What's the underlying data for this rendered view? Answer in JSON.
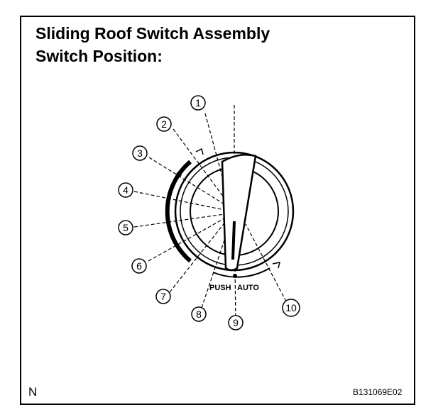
{
  "title_line1": "Sliding Roof Switch Assembly",
  "title_line2": "Switch Position:",
  "corner_label": "N",
  "figure_id": "B131069E02",
  "push_label": "PUSH",
  "auto_label": "AUTO",
  "callouts": [
    "1",
    "2",
    "3",
    "4",
    "5",
    "6",
    "7",
    "8",
    "9",
    "10"
  ]
}
